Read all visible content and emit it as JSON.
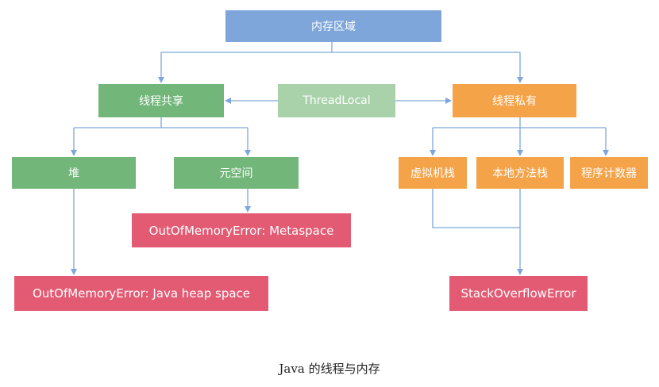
{
  "nodes": {
    "memory_area": "内存区域",
    "thread_shared": "线程共享",
    "thread_local": "ThreadLocal",
    "thread_private": "线程私有",
    "heap": "堆",
    "metaspace": "元空间",
    "vm_stack": "虚拟机栈",
    "native_method_stack": "本地方法栈",
    "program_counter": "程序计数器",
    "oom_metaspace": "OutOfMemoryError: Metaspace",
    "oom_heap": "OutOfMemoryError: Java heap space",
    "stack_overflow": "StackOverflowError"
  },
  "caption": "Java 的线程与内存",
  "colors": {
    "root": "#7ea6da",
    "shared": "#72b67a",
    "threadlocal": "#a9d2ab",
    "private": "#f5a349",
    "error": "#e35a73",
    "edge": "#7ea6da"
  }
}
